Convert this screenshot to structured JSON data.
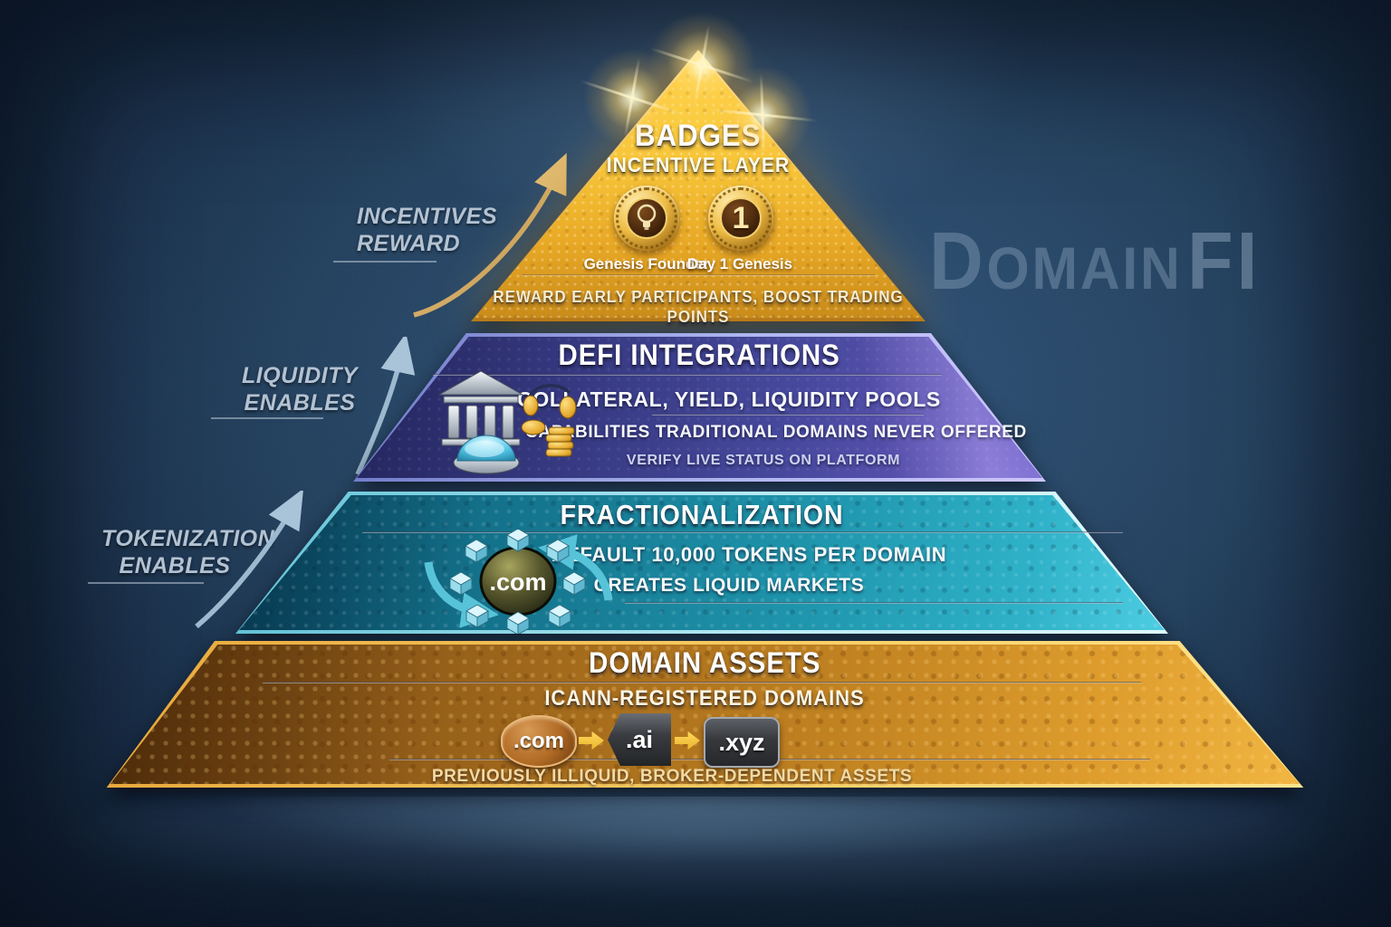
{
  "watermark": {
    "part1": "D",
    "part2": "OMAIN",
    "part3": "FI"
  },
  "side_labels": [
    {
      "line1": "INCENTIVES",
      "line2": "REWARD"
    },
    {
      "line1": "LIQUIDITY",
      "line2": "ENABLES"
    },
    {
      "line1": "TOKENIZATION",
      "line2": "ENABLES"
    }
  ],
  "pyramid": {
    "levels": [
      {
        "title": "BADGES",
        "subtitle": "INCENTIVE LAYER",
        "badges": [
          {
            "label": "Genesis Founder"
          },
          {
            "label": "Day 1 Genesis",
            "glyph": "1"
          }
        ],
        "footer": "REWARD EARLY PARTICIPANTS, BOOST TRADING POINTS"
      },
      {
        "title": "DEFI INTEGRATIONS",
        "line1": "COLLATERAL, YIELD, LIQUIDITY POOLS",
        "line2": "CAPABILITIES TRADITIONAL DOMAINS NEVER OFFERED",
        "line3": "VERIFY LIVE STATUS ON PLATFORM"
      },
      {
        "title": "FRACTIONALIZATION",
        "line1": "DEFAULT 10,000 TOKENS PER DOMAIN",
        "line2": "CREATES LIQUID MARKETS",
        "icon_label": ".com"
      },
      {
        "title": "DOMAIN ASSETS",
        "subtitle": "ICANN-REGISTERED DOMAINS",
        "chips": [
          ".com",
          ".ai",
          ".xyz"
        ],
        "footer": "PREVIOUSLY ILLIQUID, BROKER-DEPENDENT ASSETS"
      }
    ]
  },
  "colors": {
    "gold": "#f0b42c",
    "indigo": "#4a4da3",
    "teal": "#27a7c0",
    "orange": "#d18f24",
    "background": "#1d3a5c"
  }
}
